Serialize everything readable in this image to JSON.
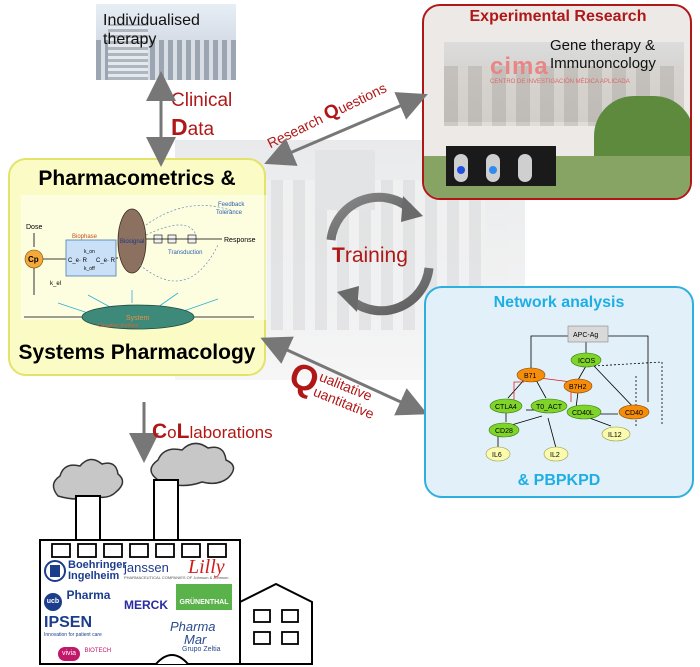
{
  "top_left": {
    "line1": "Individualised",
    "line2": "therapy"
  },
  "clinical": {
    "line1": "Clinical",
    "data_big": "D",
    "data_rest": "ata"
  },
  "research": {
    "prefix": "Research ",
    "q_big": "Q",
    "suffix": "uestions"
  },
  "experimental": {
    "title": "Experimental Research",
    "subtitle1": "Gene therapy &",
    "subtitle2": "Immunoncology",
    "cima_logo": "cima",
    "cima_sub": "CENTRO DE INVESTIGACIÓN MÉDICA APLICADA"
  },
  "pharma": {
    "title1": "Pharmacometrics &",
    "title2": "Systems Pharmacology",
    "dose": "Dose",
    "cp": "Cp",
    "biophase": "Biophase",
    "kon": "k_on",
    "koff": "k_off",
    "crc": "C_e· R",
    "ce": "C_e· R",
    "biosignal": "Biosignal",
    "feedback": "Feedback",
    "tolerance": "Tolerance",
    "transduction": "Transduction",
    "response": "Response",
    "kel": "k_el",
    "system": "System",
    "circadian": "Circadian rhythms"
  },
  "training": {
    "t_big": "T",
    "rest": "raining"
  },
  "network": {
    "title": "Network analysis",
    "footer": "& PBPKPD",
    "nodes": [
      "APC-Ag",
      "ICOS",
      "B71",
      "B7H2",
      "CTLA4",
      "T0_ACT",
      "CD40L",
      "CD40",
      "CD28",
      "IL12",
      "IL6",
      "IL2"
    ]
  },
  "qual": {
    "q_big": "Q",
    "line1": "ualitative",
    "line2": "uantitative"
  },
  "collab": {
    "c_big": "C",
    "o": "o",
    "l_big": "L",
    "rest": "laborations"
  },
  "companies": {
    "boehringer1": "Boehringer",
    "boehringer2": "Ingelheim",
    "janssen": "janssen",
    "janssen_sub": "PHARMACEUTICAL COMPANIES OF Johnson & Johnson",
    "lilly": "Lilly",
    "ucb": "ucb",
    "ucb_pharma": "Pharma",
    "merck": "MERCK",
    "grunenthal": "GRÜNENTHAL",
    "ipsen": "IPSEN",
    "ipsen_sub": "Innovation for patient care",
    "pharma_mar1": "Pharma",
    "pharma_mar2": "Mar",
    "zeltia": "Grupo Zeltia",
    "vivia": "vivia",
    "vivia_sub": "BIOTECH"
  },
  "colors": {
    "accent_red": "#b01818",
    "network_blue": "#1eaee6",
    "pharma_yellow": "#fbfbc6"
  }
}
